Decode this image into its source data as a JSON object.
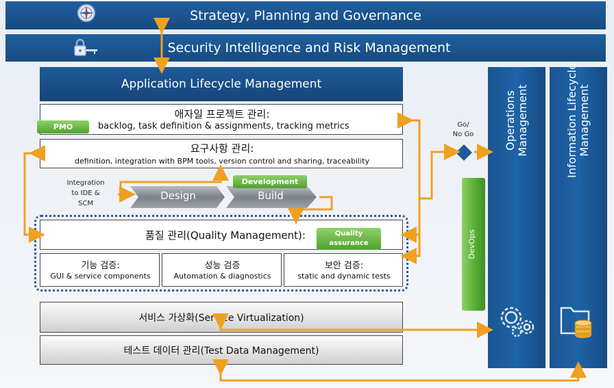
{
  "bars": {
    "strategy": "Strategy, Planning and Governance",
    "security": "Security Intelligence and Risk Management"
  },
  "alm": {
    "title": "Application Lifecycle Management"
  },
  "agile": {
    "title": "애자일 프로젝트 관리:",
    "badge": "PMO",
    "desc": "backlog, task definition & assignments, tracking metrics"
  },
  "requirements": {
    "title": "요구사항 관리:",
    "desc": "definition, integration with BPM tools, version control and sharing, traceability"
  },
  "integration": {
    "line1": "Integration",
    "line2": "to IDE &",
    "line3": "SCM"
  },
  "design": "Design",
  "build": "Build",
  "development": "Development",
  "quality": {
    "title": "품질 관리(Quality Management):",
    "badge_line1": "Quality",
    "badge_line2": "assurance",
    "cells": [
      {
        "title": "기능 검증:",
        "desc": "GUI & service components"
      },
      {
        "title": "성능 검증",
        "desc": "Automation & diagnostics"
      },
      {
        "title": "보안 검증:",
        "desc": "static and dynamic tests"
      }
    ]
  },
  "service_virtualization": "서비스 가상화(Service Virtualization)",
  "test_data": "테스트 데이터 관리(Test Data Management)",
  "gonogo": {
    "line1": "Go/",
    "line2": "No Go"
  },
  "devops": "DevOps",
  "operations": {
    "line1": "Operations",
    "line2": "Management"
  },
  "info_lifecycle": {
    "line1": "Information Lifecycle",
    "line2": "Management"
  },
  "colors": {
    "navy": "#1b4f8a",
    "orange": "#f0a020",
    "green": "#5cb336",
    "dotted": "#2e5f96"
  }
}
